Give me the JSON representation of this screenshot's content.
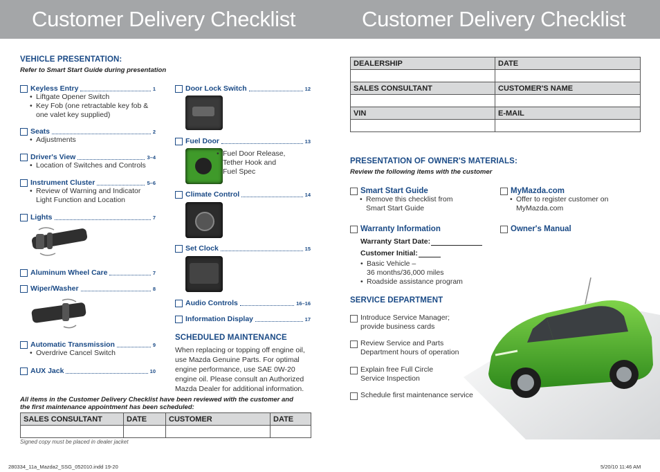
{
  "header": {
    "title_left": "Customer Delivery Checklist",
    "title_right": "Customer Delivery Checklist"
  },
  "vehicle": {
    "title": "VEHICLE PRESENTATION:",
    "subtitle": "Refer to Smart Start Guide during presentation",
    "items": [
      {
        "label": "Keyless Entry",
        "page": "1",
        "bullets": [
          "Liftgate Opener Switch",
          "Key Fob (one retractable key fob &",
          "one valet key supplied)"
        ]
      },
      {
        "label": "Seats",
        "page": "2",
        "bullets": [
          "Adjustments"
        ]
      },
      {
        "label": "Driver's View",
        "page": "3–4",
        "bullets": [
          "Location of Switches and Controls"
        ]
      },
      {
        "label": "Instrument Cluster",
        "page": "5–6",
        "bullets": [
          "Review of Warning and Indicator",
          "Light Function and Location"
        ]
      },
      {
        "label": "Lights",
        "page": "7",
        "bullets": []
      },
      {
        "label": "Aluminum Wheel Care",
        "page": "7",
        "bullets": []
      },
      {
        "label": "Wiper/Washer",
        "page": "8",
        "bullets": []
      },
      {
        "label": "Automatic Transmission",
        "page": "9",
        "bullets": [
          "Overdrive Cancel Switch"
        ]
      },
      {
        "label": "AUX Jack",
        "page": "10",
        "bullets": []
      }
    ],
    "items2": [
      {
        "label": "Door Lock Switch",
        "page": "12"
      },
      {
        "label": "Fuel Door",
        "page": "13",
        "bullets": [
          "Fuel Door Release,",
          "Tether Hook and",
          "Fuel Spec"
        ]
      },
      {
        "label": "Climate Control",
        "page": "14"
      },
      {
        "label": "Set Clock",
        "page": "15"
      },
      {
        "label": "Audio Controls",
        "page": "16–16"
      },
      {
        "label": "Information Display",
        "page": "17"
      }
    ]
  },
  "maintenance": {
    "title": "SCHEDULED MAINTENANCE",
    "text": [
      "When replacing or topping off engine oil,",
      "use Mazda Genuine Parts. For optimal",
      "engine performance, use SAE 0W-20",
      "engine oil. Please consult an Authorized",
      "Mazda Dealer for additional information."
    ]
  },
  "signoff": {
    "note1": "All items in the Customer Delivery Checklist have been reviewed with the customer and",
    "note2": "the first maintenance appointment has been scheduled:",
    "columns": [
      "SALES CONSULTANT",
      "DATE",
      "CUSTOMER",
      "DATE"
    ],
    "footnote": "Signed copy must be placed in dealer jacket"
  },
  "info_table": {
    "rows": [
      [
        "DEALERSHIP",
        "DATE"
      ],
      [
        "SALES CONSULTANT",
        "CUSTOMER'S NAME"
      ],
      [
        "VIN",
        "E-MAIL"
      ]
    ]
  },
  "owners": {
    "title": "PRESENTATION OF OWNER'S MATERIALS:",
    "subtitle": "Review the following items with the customer",
    "smart_start": {
      "label": "Smart Start Guide",
      "bullets": [
        "Remove this checklist from",
        "Smart Start Guide"
      ]
    },
    "mymazda": {
      "label": "MyMazda.com",
      "bullets": [
        "Offer to register customer on",
        "MyMazda.com"
      ]
    },
    "warranty": {
      "label": "Warranty Information",
      "start_date": "Warranty Start Date:",
      "initial": "Customer Initial:",
      "bullets": [
        "Basic Vehicle –",
        "36 months/36,000 miles",
        "Roadside assistance program"
      ]
    },
    "manual": {
      "label": "Owner's Manual"
    }
  },
  "service": {
    "title": "SERVICE DEPARTMENT",
    "items": [
      [
        "Introduce Service Manager;",
        "provide business cards"
      ],
      [
        "Review Service and Parts",
        "Department hours of operation"
      ],
      [
        "Explain free Full Circle",
        "Service Inspection"
      ],
      [
        "Schedule first maintenance service"
      ]
    ]
  },
  "footer": {
    "file": "280334_11a_Mazda2_SSG_052010.indd   19-20",
    "stamp": "5/20/10   11:46 AM"
  },
  "colors": {
    "header": "#a4a6a8",
    "accent": "#1a4a86",
    "car": "#4caf2a"
  }
}
